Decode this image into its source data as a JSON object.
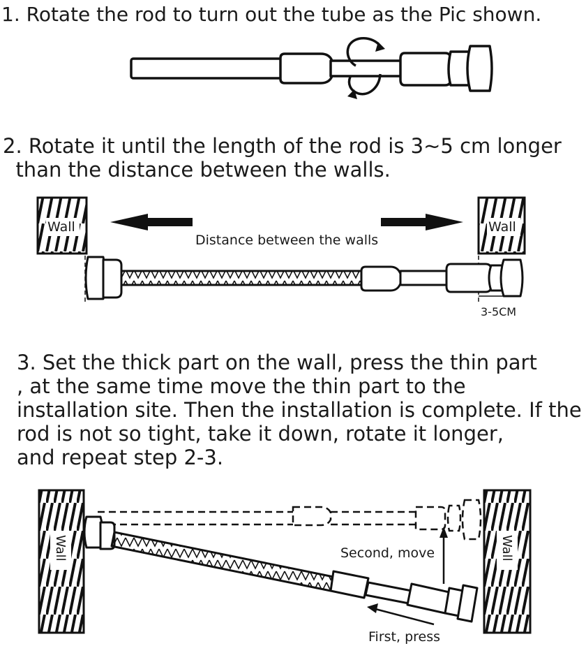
{
  "steps": {
    "s1": "1. Rotate the rod to turn out the tube as the Pic shown.",
    "s2_l1": "2. Rotate it until the length of the rod is 3~5 cm longer",
    "s2_l2": "than the distance between the walls.",
    "s3_l1": "3. Set the thick part on the wall, press the thin part",
    "s3_l2": ", at the same time move the thin part to the",
    "s3_l3": "installation site. Then the installation is complete. If the",
    "s3_l4": "rod is not so tight, take it down, rotate it longer,",
    "s3_l5": "and repeat step 2-3."
  },
  "labels": {
    "wall": "Wall",
    "distance": "Distance between the walls",
    "gap": "3-5CM",
    "second": "Second, move",
    "first": "First, press"
  }
}
